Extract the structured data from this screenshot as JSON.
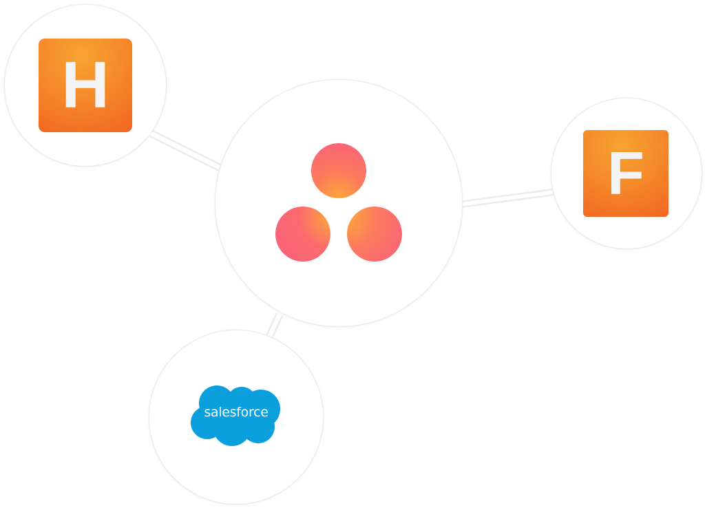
{
  "nodes": {
    "harvest": {
      "letter": "H",
      "color": "#f58a2a"
    },
    "asana": {
      "colors": [
        "#fb5f7b",
        "#fba53a"
      ]
    },
    "formstack": {
      "letter": "F",
      "color": "#f58a2a"
    },
    "salesforce": {
      "text": "salesforce",
      "color": "#00a1e0"
    }
  }
}
